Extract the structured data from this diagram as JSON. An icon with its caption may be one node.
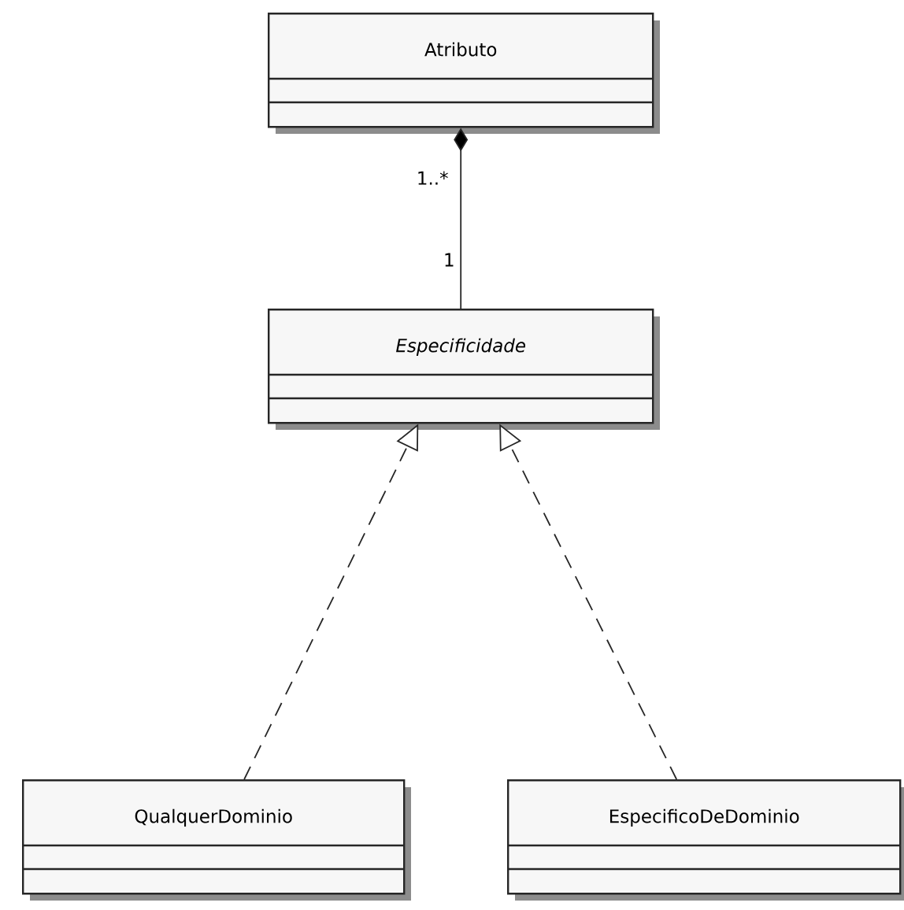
{
  "diagram": {
    "nodes": [
      {
        "text": [
          "Atributo"
        ]
      },
      {
        "text": [
          "Especificidade"
        ]
      },
      {
        "text": [
          "QualquerDominio"
        ]
      },
      {
        "text": [
          "EspecificoDeDominio"
        ]
      }
    ],
    "edges": [
      {
        "from": 1,
        "to": 0,
        "arrow": "other"
      },
      {
        "from": 2,
        "to": 1,
        "arrow": "to",
        "style": "dashed"
      },
      {
        "from": 3,
        "to": 1,
        "arrow": "to",
        "style": "dashed"
      }
    ],
    "labels": [
      "1..*",
      "1"
    ]
  }
}
